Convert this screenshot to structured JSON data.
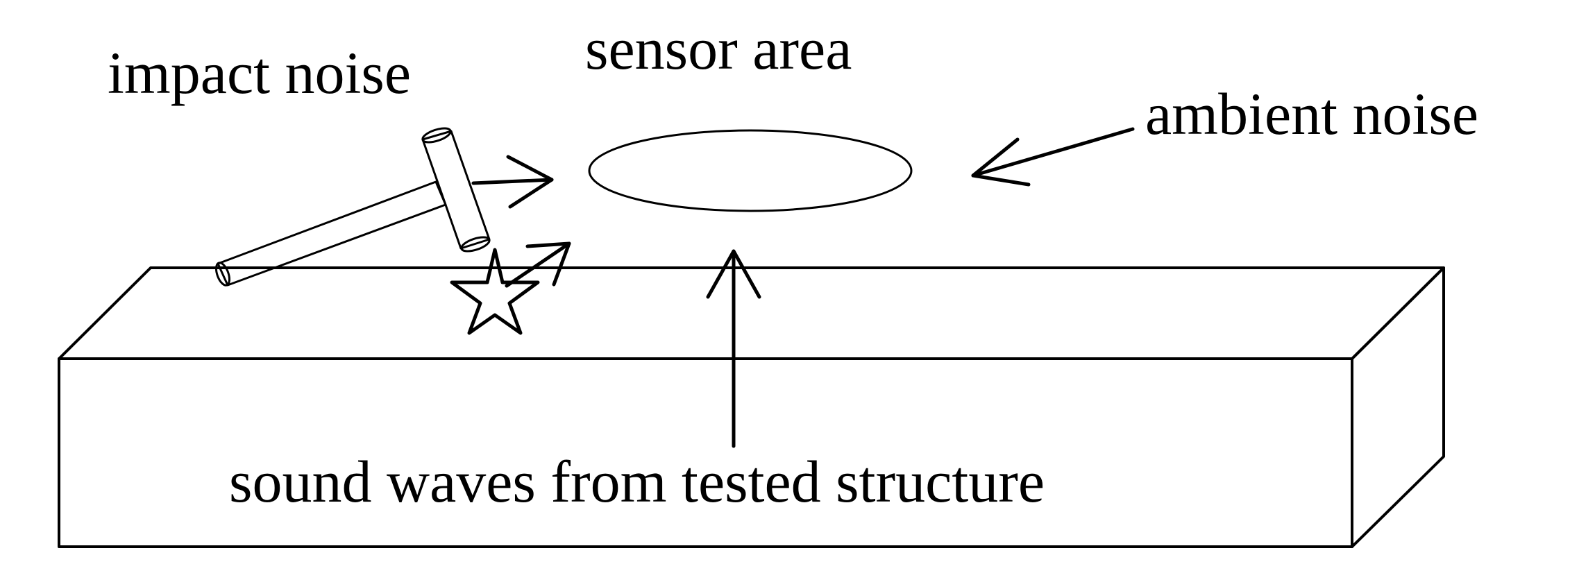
{
  "labels": {
    "impact_noise": "impact noise",
    "sensor_area": "sensor area",
    "ambient_noise": "ambient noise",
    "sound_waves": "sound waves from tested structure"
  },
  "colors": {
    "stroke": "#000000",
    "background": "#ffffff"
  },
  "icons": {
    "hammer": "hammer-icon",
    "impact": "star-icon"
  }
}
